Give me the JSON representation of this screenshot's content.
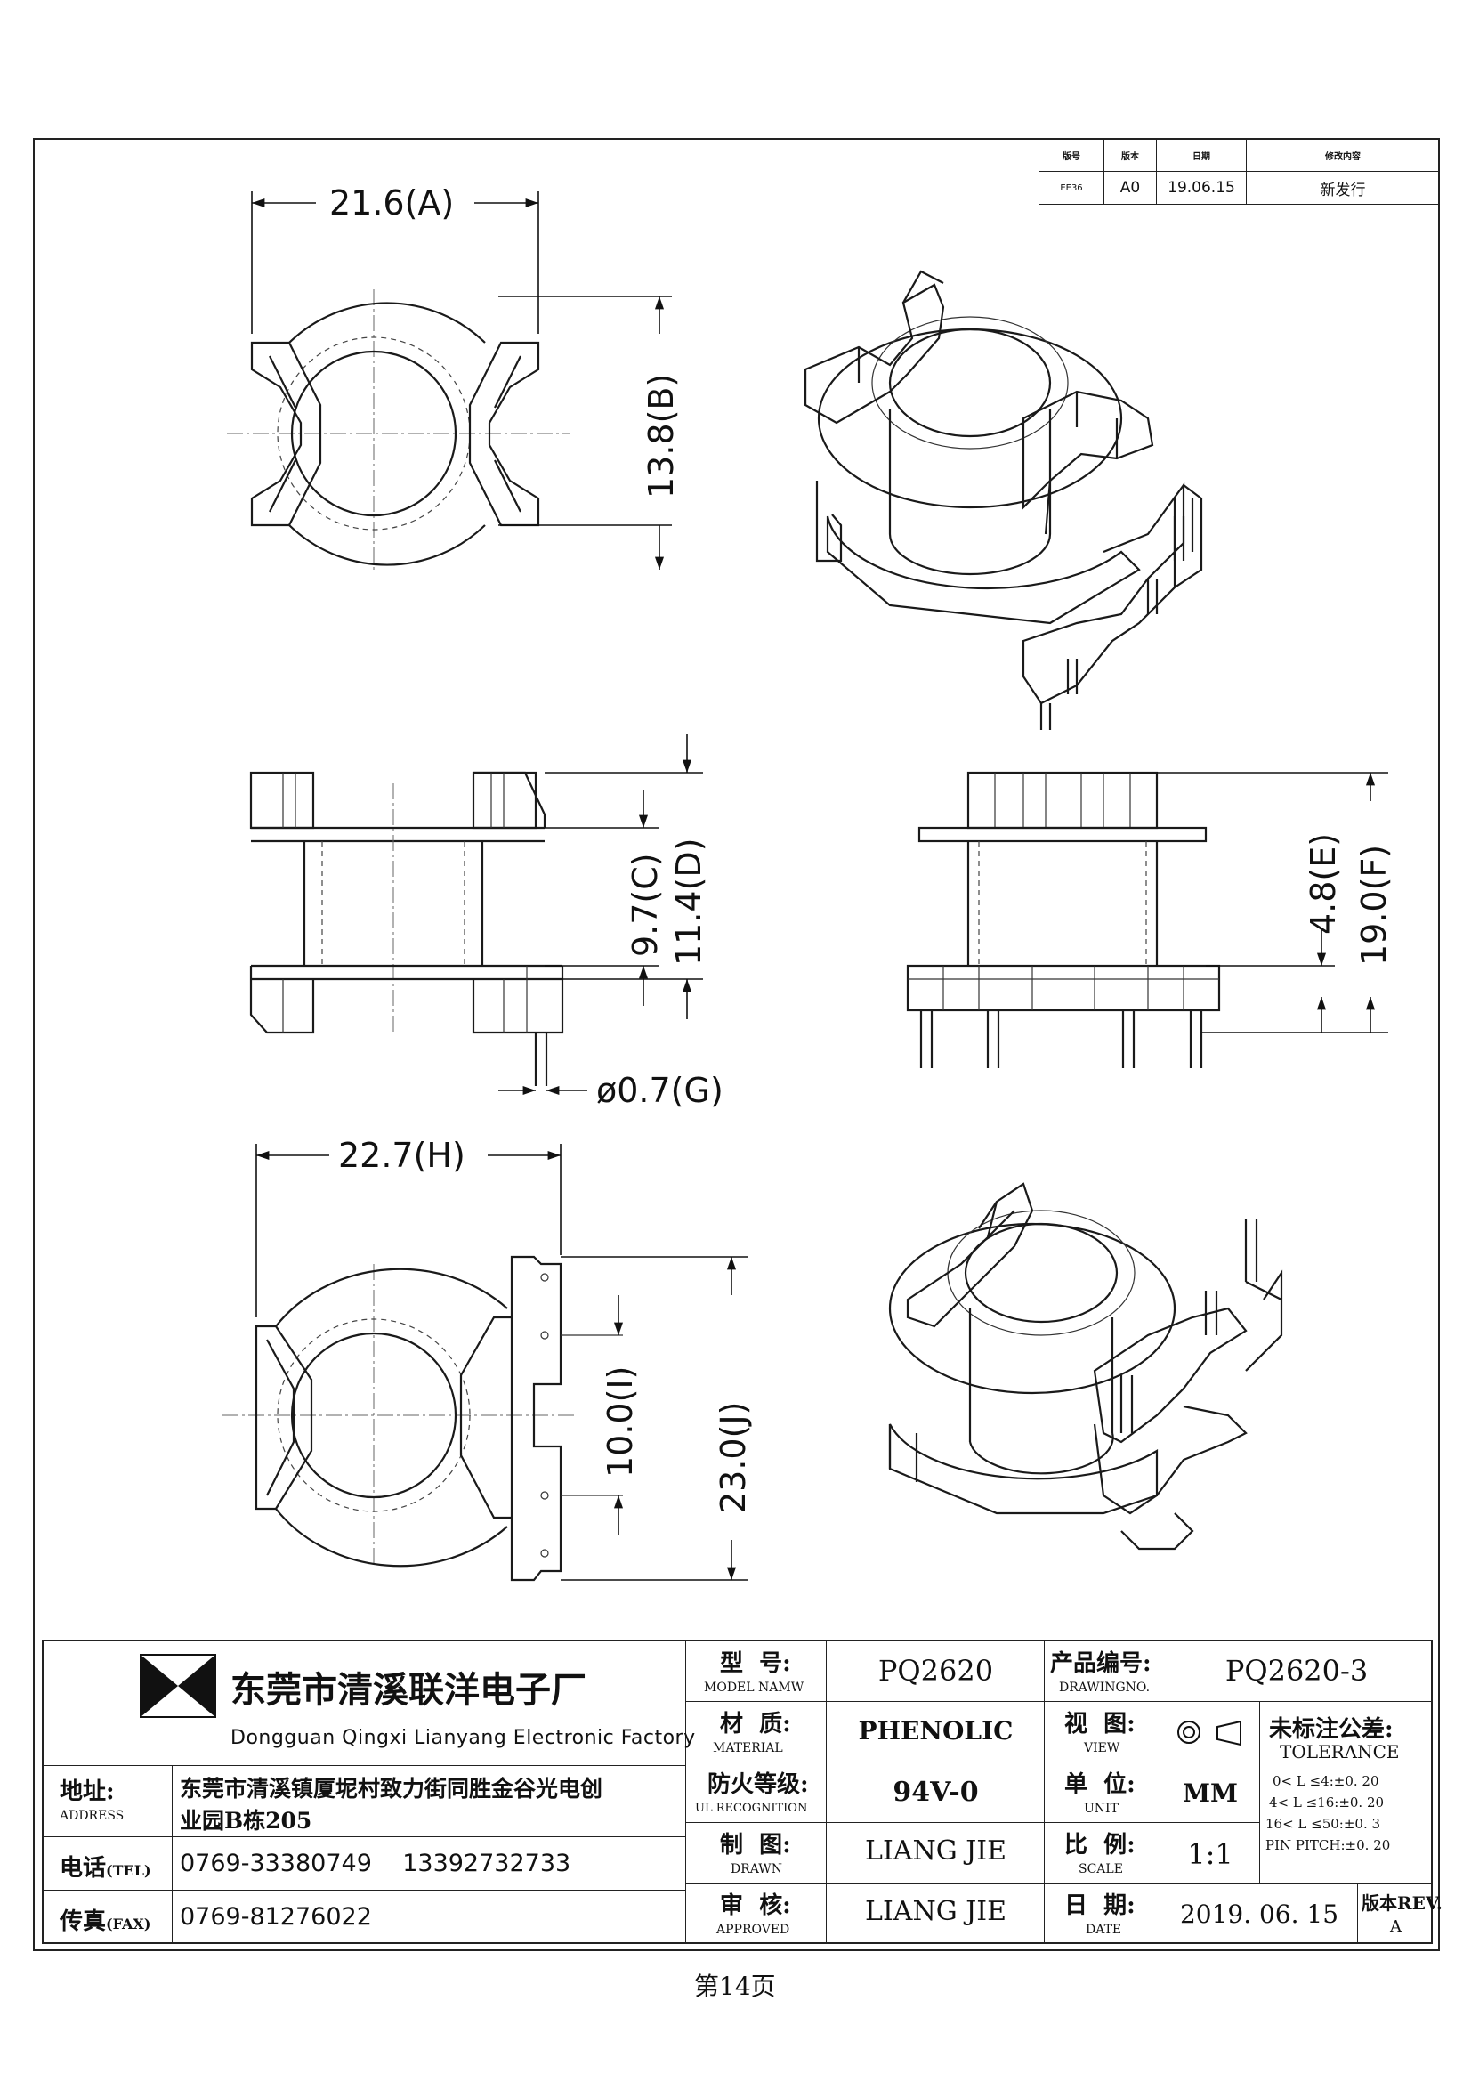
{
  "revision_table": {
    "headers": [
      "版号",
      "版本",
      "日期",
      "修改内容"
    ],
    "row": {
      "no": "EE36",
      "rev": "A0",
      "date": "19.06.15",
      "content": "新发行"
    }
  },
  "dimensions": {
    "A": "21.6(A)",
    "B": "13.8(B)",
    "C": "9.7(C)",
    "D": "11.4(D)",
    "E": "4.8(E)",
    "F": "19.0(F)",
    "G": "ø0.7(G)",
    "H": "22.7(H)",
    "I": "10.0(I)",
    "J": "23.0(J)"
  },
  "company": {
    "name_cn": "东莞市清溪联洋电子厂",
    "name_en": "Dongguan Qingxi Lianyang Electronic Factory",
    "address_label_cn": "地址:",
    "address_label_en": "ADDRESS",
    "address_line1": "东莞市清溪镇厦坭村致力街同胜金谷光电创",
    "address_line2": "业园B栋205",
    "tel_label_cn": "电话",
    "tel_label_en": "(TEL)",
    "tel": "0769-33380749    13392732733",
    "fax_label_cn": "传真",
    "fax_label_en": "(FAX)",
    "fax": "0769-81276022"
  },
  "fields": {
    "model_label_cn": "型  号:",
    "model_label_en": "MODEL NAMW",
    "model": "PQ2620",
    "material_label_cn": "材  质:",
    "material_label_en": "MATERIAL",
    "material": "PHENOLIC",
    "fire_label_cn": "防火等级:",
    "fire_label_en": "UL RECOGNITION",
    "fire": "94V-0",
    "drawn_label_cn": "制  图:",
    "drawn_label_en": "DRAWN",
    "drawn": "LIANG JIE",
    "approved_label_cn": "审  核:",
    "approved_label_en": "APPROVED",
    "approved": "LIANG JIE",
    "drawingno_label_cn": "产品编号:",
    "drawingno_label_en": "DRAWINGNO.",
    "drawingno": "PQ2620-3",
    "view_label_cn": "视  图:",
    "view_label_en": "VIEW",
    "unit_label_cn": "单  位:",
    "unit_label_en": "UNIT",
    "unit": "MM",
    "scale_label_cn": "比  例:",
    "scale_label_en": "SCALE",
    "scale": "1:1",
    "date_label_cn": "日  期:",
    "date_label_en": "DATE",
    "date": "2019. 06. 15",
    "rev_label_cn": "版本REV.",
    "rev": "A",
    "tolerance_cn": "未标注公差:",
    "tolerance_en": "TOLERANCE",
    "tol1": "0< L ≤4:±0. 20",
    "tol2": "4< L ≤16:±0. 20",
    "tol3": "16< L ≤50:±0. 3",
    "tol4": "PIN PITCH:±0. 20"
  },
  "page_footer": "第14页"
}
